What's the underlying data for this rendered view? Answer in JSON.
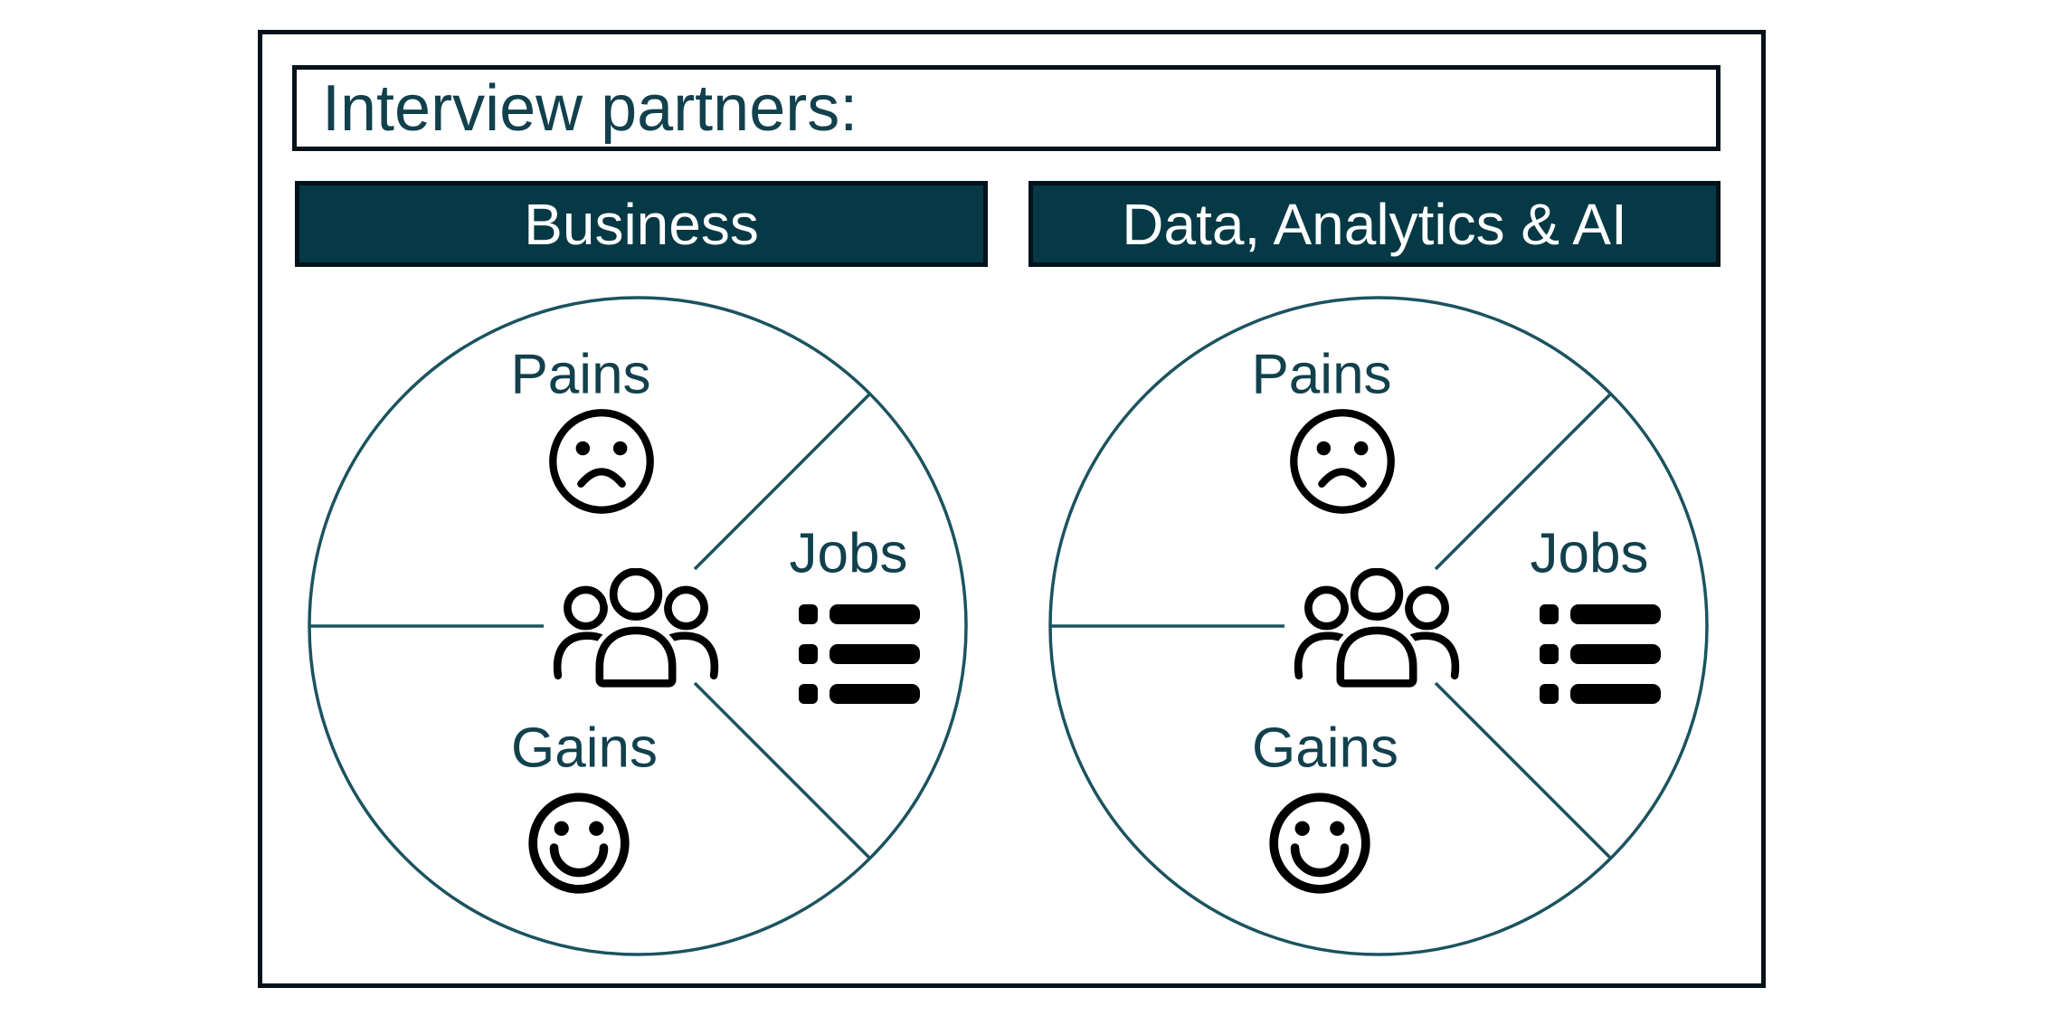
{
  "title": {
    "text": "Interview partners:"
  },
  "columns": [
    {
      "header": "Business",
      "circle": {
        "pains_label": "Pains",
        "jobs_label": "Jobs",
        "gains_label": "Gains"
      }
    },
    {
      "header": "Data, Analytics & AI",
      "circle": {
        "pains_label": "Pains",
        "jobs_label": "Jobs",
        "gains_label": "Gains"
      }
    }
  ],
  "icons": {
    "pains": "frown-face-icon",
    "jobs": "task-list-icon",
    "gains": "smile-face-icon",
    "center": "people-group-icon"
  },
  "colors": {
    "background": "#ffffff",
    "frame_border": "#04121b",
    "box_border": "#04121b",
    "header_bg": "#053945",
    "header_text": "#ffffff",
    "label_text": "#12404d",
    "circle_stroke": "#1b5360",
    "icon": "#000000"
  }
}
